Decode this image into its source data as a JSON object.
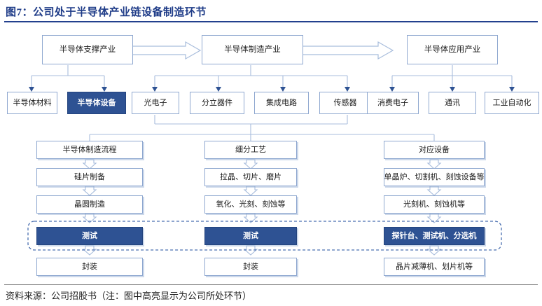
{
  "header": {
    "figure_label": "图7：",
    "title": "图7：公司处于半导体产业链设备制造环节"
  },
  "footer": {
    "source": "资料来源：公司招股书（注：图中高亮显示为公司所处环节）"
  },
  "colors": {
    "accent": "#1F3C88",
    "highlight_fill": "#2E5293",
    "box_border": "#8FA8D0",
    "wire": "#A8BDDC",
    "dashed_border": "#4A6FB0"
  },
  "diagram": {
    "tier1": [
      {
        "label": "半导体支撑产业",
        "highlighted": false
      },
      {
        "label": "半导体制造产业",
        "highlighted": false
      },
      {
        "label": "半导体应用产业",
        "highlighted": false
      }
    ],
    "arrows_between_tier1": [
      "arrow-right-icon",
      "arrow-right-icon"
    ],
    "tier2": [
      {
        "label": "半导体材料",
        "highlighted": false,
        "parent": "半导体支撑产业"
      },
      {
        "label": "半导体设备",
        "highlighted": true,
        "parent": "半导体支撑产业"
      },
      {
        "label": "光电子",
        "highlighted": false,
        "parent": "半导体制造产业"
      },
      {
        "label": "分立器件",
        "highlighted": false,
        "parent": "半导体制造产业"
      },
      {
        "label": "集成电路",
        "highlighted": false,
        "parent": "半导体制造产业"
      },
      {
        "label": "传感器",
        "highlighted": false,
        "parent": "半导体制造产业"
      },
      {
        "label": "消费电子",
        "highlighted": false,
        "parent": "半导体应用产业"
      },
      {
        "label": "通讯",
        "highlighted": false,
        "parent": "半导体应用产业"
      },
      {
        "label": "工业自动化",
        "highlighted": false,
        "parent": "半导体应用产业"
      }
    ],
    "table": {
      "headers": [
        "半导体制造流程",
        "细分工艺",
        "对应设备"
      ],
      "rows": [
        {
          "highlighted": false,
          "cells": [
            "硅片制备",
            "拉晶、切片、磨片",
            "单晶炉、切割机、刻蚀设备等"
          ]
        },
        {
          "highlighted": false,
          "cells": [
            "晶圆制造",
            "氧化、光刻、刻蚀等",
            "光刻机、刻蚀机等"
          ]
        },
        {
          "highlighted": true,
          "cells": [
            "测试",
            "测试",
            "探针台、测试机、分选机"
          ]
        },
        {
          "highlighted": false,
          "cells": [
            "封装",
            "封装",
            "晶片减薄机、划片机等"
          ]
        }
      ]
    }
  }
}
